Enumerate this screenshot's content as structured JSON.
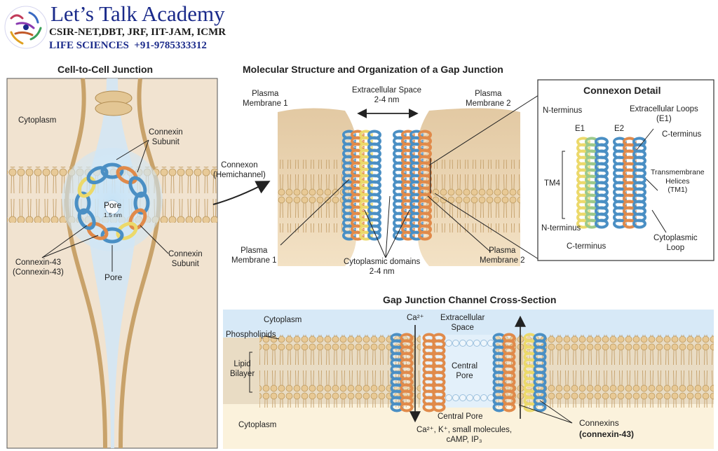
{
  "brand": {
    "name": "Let’s Talk Academy",
    "line1": "CSIR-NET,DBT, JRF, IIT-JAM, ICMR",
    "line2": "LIFE SCIENCES  +91-9785333312"
  },
  "panel_left": {
    "title": "Cell-to-Cell Junction",
    "cytoplasm": "Cytoplasm",
    "connexin_subunit_1": "Connexin\nSubunit",
    "pore_label": "Pore",
    "pore_size": "1.5 nm",
    "connexin43": "Connexin-43\n(Connexin-43)",
    "connexin_subunit_2": "Connexin\nSubunit",
    "pore_bottom": "Pore"
  },
  "panel_middle": {
    "title": "Molecular Structure and Organization of a Gap Junction",
    "plasma_membrane_1_top": "Plasma\nMembrane 1",
    "extracellular_space": "Extracellular Space\n2-4 nm",
    "plasma_membrane_2_top": "Plasma\nMembrane 2",
    "connexon": "Connexon\n(Hemichannel)",
    "plasma_membrane_1_bottom": "Plasma\nMembrane 1",
    "cytoplasmic_domains": "Cytoplasmic domains\n2-4 nm",
    "plasma_membrane_2_bottom": "Plasma\nMembrane 2"
  },
  "panel_detail": {
    "title": "Connexon Detail",
    "n_terminus_top": "N-terminus",
    "e1": "E1",
    "e2": "E2",
    "extracellular_loops": "Extracellular Loops\n(E1)",
    "c_terminus_top": "C-terminus",
    "tm4": "TM4",
    "transmembrane": "Transmembrane\nHelices\n(TM1)",
    "n_terminus_bottom": "N-terminus",
    "c_terminus_bottom": "C-terminus",
    "cytoplasmic_loop": "Cytoplasmic\nLoop"
  },
  "panel_cross": {
    "title": "Gap Junction Channel Cross-Section",
    "cytoplasm_top": "Cytoplasm",
    "phospholipids": "Phospholipids",
    "lipid_bilayer": "Lipid\nBilayer",
    "cytoplasm_bottom": "Cytoplasm",
    "ca_top": "Ca²⁺",
    "extracellular_space": "Extracellular\nSpace",
    "central_pore_mid": "Central\nPore",
    "central_pore_bottom": "Central Pore",
    "ions": "Ca²⁺, K⁺, small molecules,\ncAMP, IP₃",
    "connexins": "Connexins",
    "connexin43": "(connexin-43)"
  },
  "colors": {
    "brand_blue": "#1a2a8a",
    "connexin_blue": "#4a8fc4",
    "connexin_orange": "#e08a4a",
    "connexin_yellow": "#ecd96a",
    "connexin_green": "#9cc98a",
    "membrane_tan": "#e6c48f",
    "cell_beige": "#f1e3d0",
    "extracellular_blue": "#d7e9f7",
    "cytoplasm_cream": "#fbf2dc"
  }
}
